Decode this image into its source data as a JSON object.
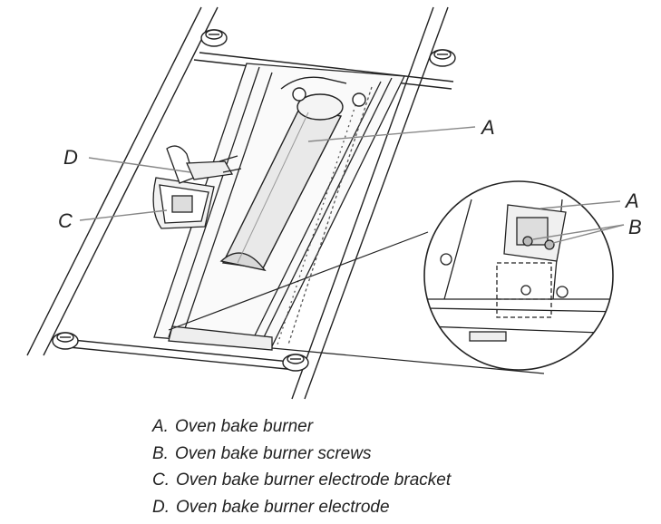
{
  "callouts": {
    "a_main": "A",
    "d": "D",
    "c": "C",
    "a_inset": "A",
    "b_inset": "B"
  },
  "legend": [
    {
      "letter": "A.",
      "text": "Oven bake burner"
    },
    {
      "letter": "B.",
      "text": "Oven bake burner screws"
    },
    {
      "letter": "C.",
      "text": "Oven bake burner electrode bracket"
    },
    {
      "letter": "D.",
      "text": "Oven bake burner electrode"
    }
  ]
}
